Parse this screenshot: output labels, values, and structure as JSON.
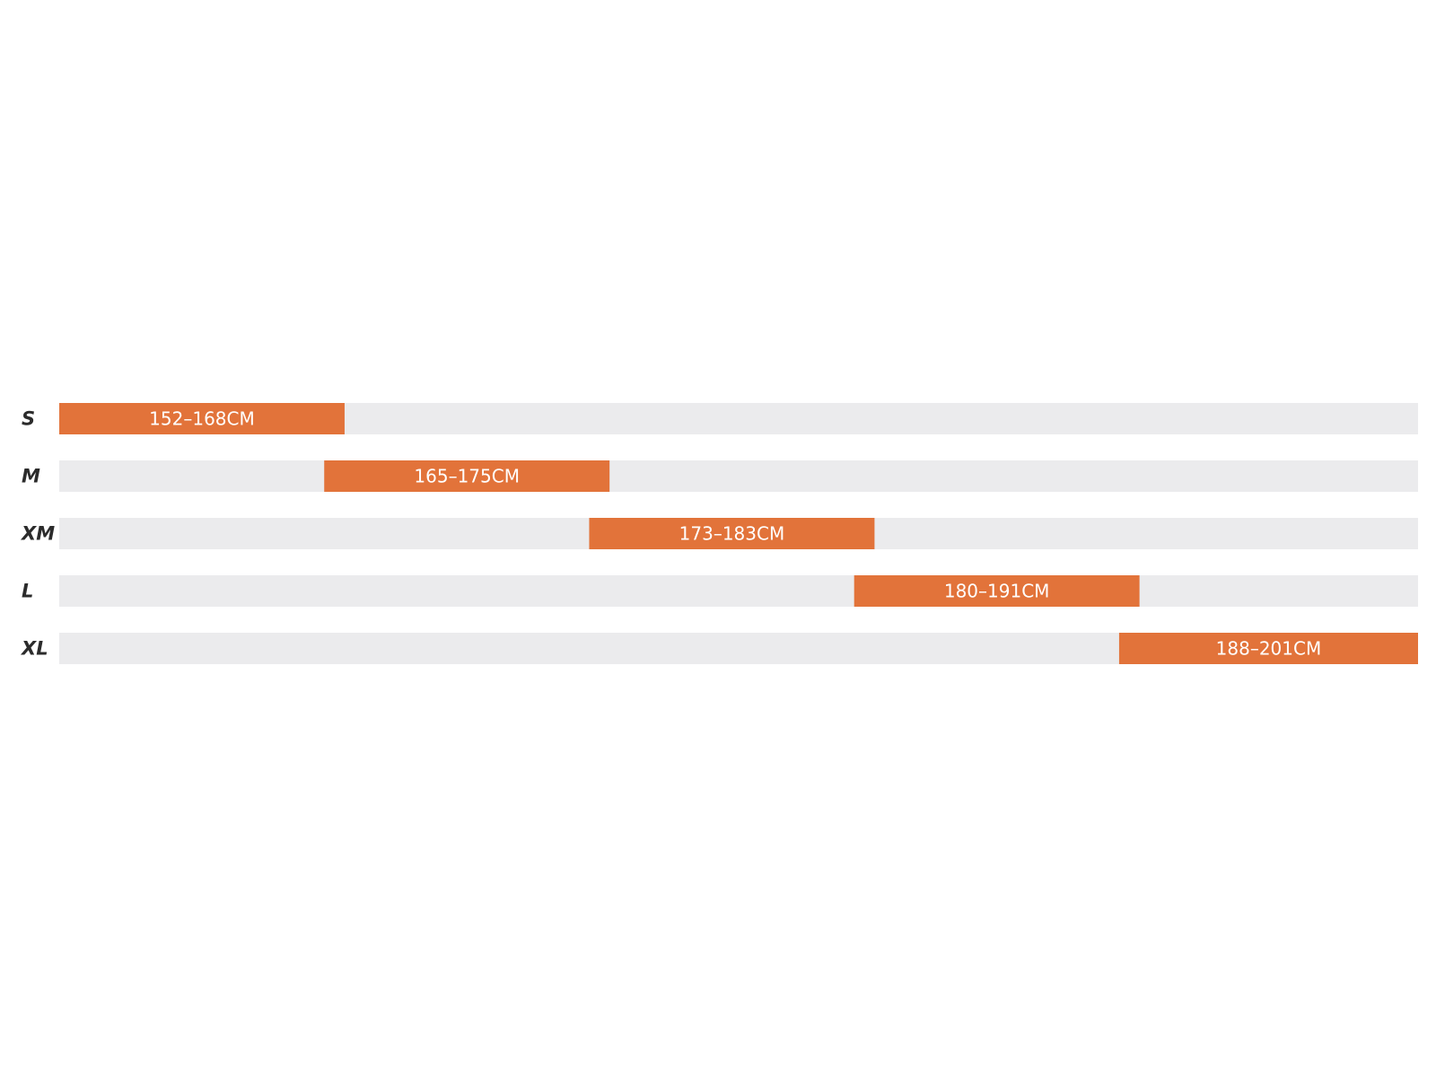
{
  "chart_data": {
    "type": "bar",
    "orientation": "horizontal-range",
    "categories": [
      "S",
      "M",
      "XM",
      "L",
      "XL"
    ],
    "series": [
      {
        "values": [
          {
            "size": "S",
            "from": 0,
            "to": 0.21,
            "label": "152–168CM"
          },
          {
            "size": "M",
            "from": 0.195,
            "to": 0.405,
            "label": "165–175CM"
          },
          {
            "size": "XM",
            "from": 0.39,
            "to": 0.6,
            "label": "173–183CM"
          },
          {
            "size": "L",
            "from": 0.585,
            "to": 0.795,
            "label": "180–191CM"
          },
          {
            "size": "XL",
            "from": 0.78,
            "to": 1.0,
            "label": "188–201CM"
          }
        ]
      }
    ],
    "xlim": [
      0,
      1
    ],
    "grid": false,
    "legend": "none",
    "title": "",
    "xlabel": "",
    "ylabel": ""
  },
  "colors": {
    "bar": "#e2733a",
    "track": "#ebebed",
    "label_text": "#2b2b2b",
    "bar_text": "#ffffff"
  }
}
